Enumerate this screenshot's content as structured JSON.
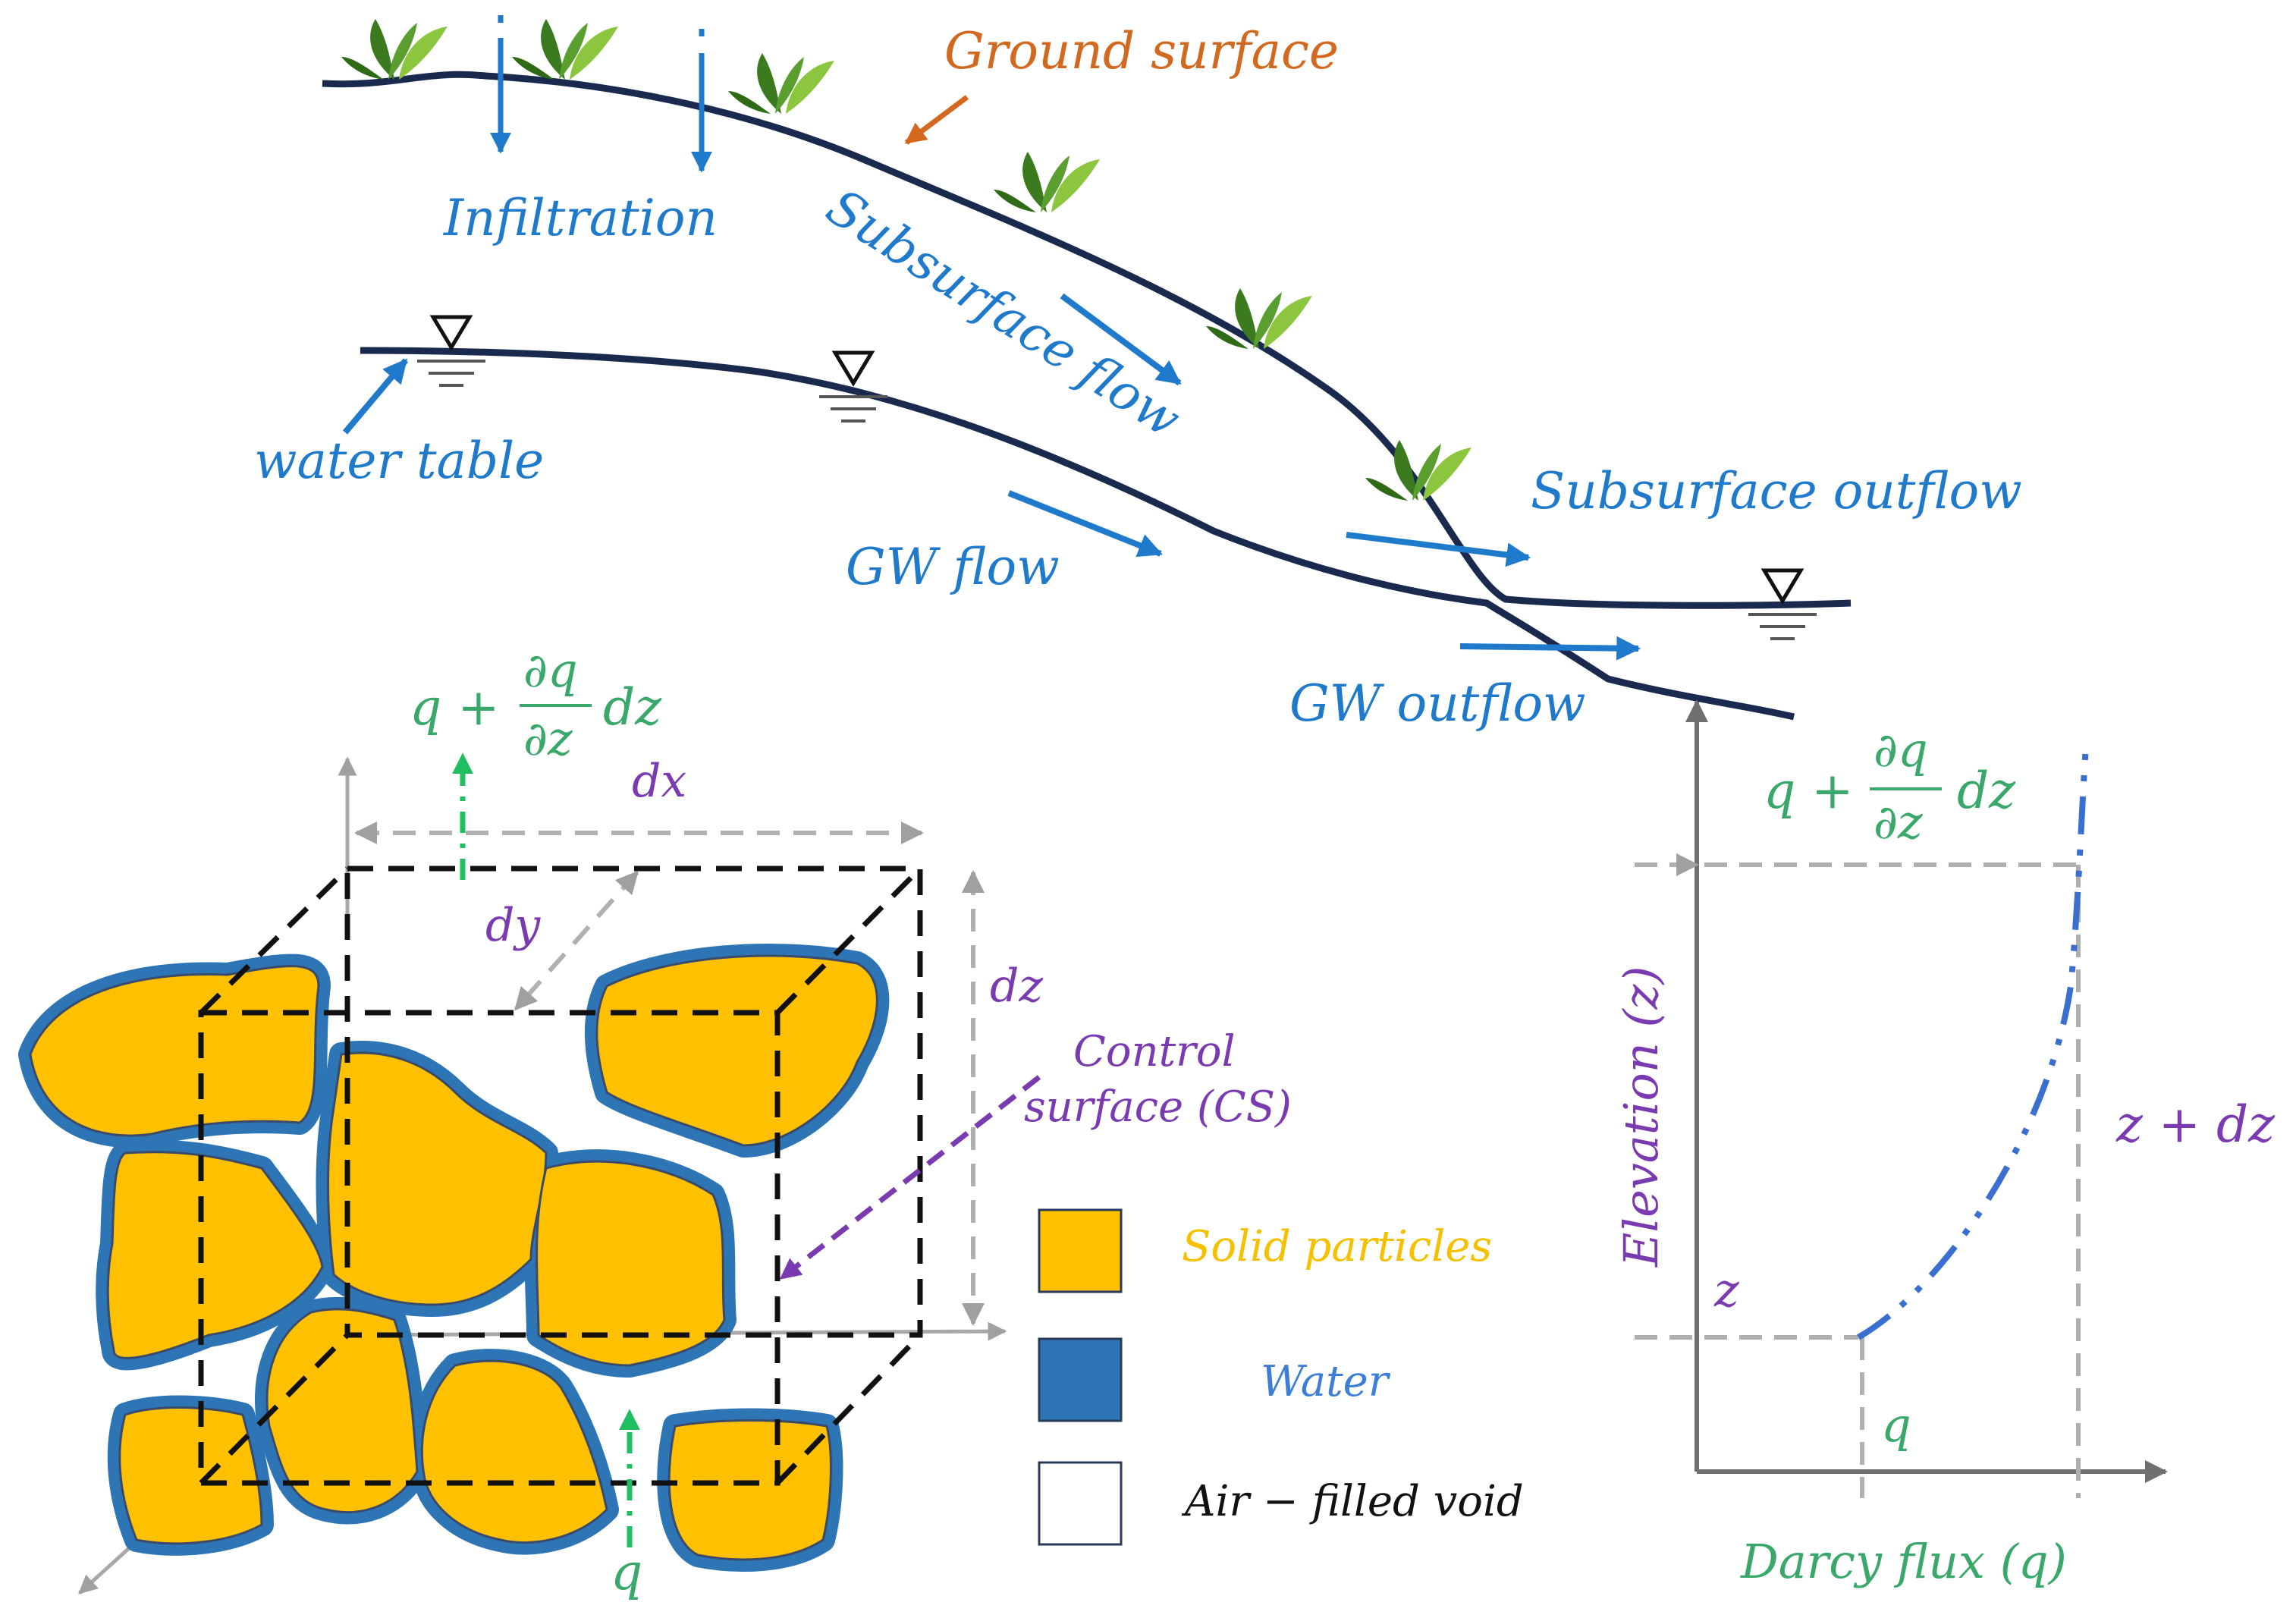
{
  "labels": {
    "ground_surface": "Ground surface",
    "infiltration": "Infiltration",
    "subsurface_flow": "Subsurface flow",
    "water_table": "water table",
    "gw_flow": "GW flow",
    "subsurface_outflow": "Subsurface outflow",
    "gw_outflow": "GW outflow",
    "flux_top_q": "q + ",
    "flux_top_num": "∂q",
    "flux_top_den": "∂z",
    "flux_top_dz": "dz",
    "dx": "dx",
    "dy": "dy",
    "dz": "dz",
    "control_surface_1": "Control",
    "control_surface_2": "surface (CS)",
    "flux_bottom_q": "q",
    "graph_flux_q": "q + ",
    "graph_flux_num": "∂q",
    "graph_flux_den": "∂z",
    "graph_flux_dz": "dz",
    "elevation_axis": "Elevation (z)",
    "z_plus_dz": "z + dz",
    "z": "z",
    "q": "q",
    "darcy_flux_axis": "Darcy flux (q)"
  },
  "legend": [
    {
      "label": "Solid particles",
      "color": "#ffc000"
    },
    {
      "label": "Water",
      "color": "#2e75b6"
    },
    {
      "label": "Air − filled void",
      "color": "#ffffff"
    }
  ],
  "colors": {
    "ground_line": "#1a2a4f",
    "flow_arrow": "#1f7acc",
    "particle_fill": "#ffc000",
    "particle_water": "#2e75b6",
    "dashed_gray": "#b0b0b0",
    "curve": "#3a6fd0",
    "green_arrow": "#1fbf5f",
    "purple": "#7a3bb0",
    "orange": "#d2691e"
  },
  "icons": [
    "grass-icon",
    "water-table-symbol-icon",
    "arrow-icon"
  ]
}
